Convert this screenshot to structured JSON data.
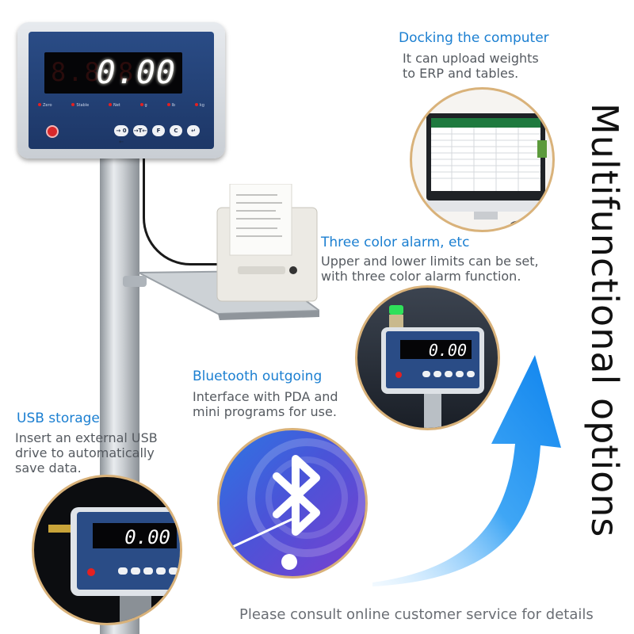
{
  "indicator": {
    "display_value": "0.00",
    "status_labels": [
      "Zero",
      "Stable",
      "Net",
      "g",
      "lb",
      "kg"
    ],
    "keys": [
      "→ 0 ←",
      "→T←",
      "F",
      "C",
      "↵"
    ]
  },
  "features": {
    "computer": {
      "title": "Docking the computer",
      "desc_line1": "It can upload weights",
      "desc_line2": "to ERP and tables."
    },
    "alarm": {
      "title": "Three color alarm, etc",
      "desc_line1": "Upper and lower limits can be set,",
      "desc_line2": "with three color alarm function."
    },
    "bluetooth": {
      "title": "Bluetooth outgoing",
      "desc_line1": "Interface with PDA and",
      "desc_line2": "mini programs for use."
    },
    "usb": {
      "title": "USB storage",
      "desc_line1": "Insert an external USB",
      "desc_line2": "drive to automatically",
      "desc_line3": "save data."
    }
  },
  "vertical_title": "Multifunctional options",
  "footer": "Please consult online customer service for details",
  "colors": {
    "accent_blue": "#1b7fd1",
    "circle_border": "#d9b27a",
    "panel_blue": "#1d3767",
    "arrow_blue": "#1e8ff0"
  },
  "icons": [
    "power-icon",
    "bluetooth-icon",
    "arrow-icon",
    "monitor-icon",
    "usb-icon"
  ]
}
